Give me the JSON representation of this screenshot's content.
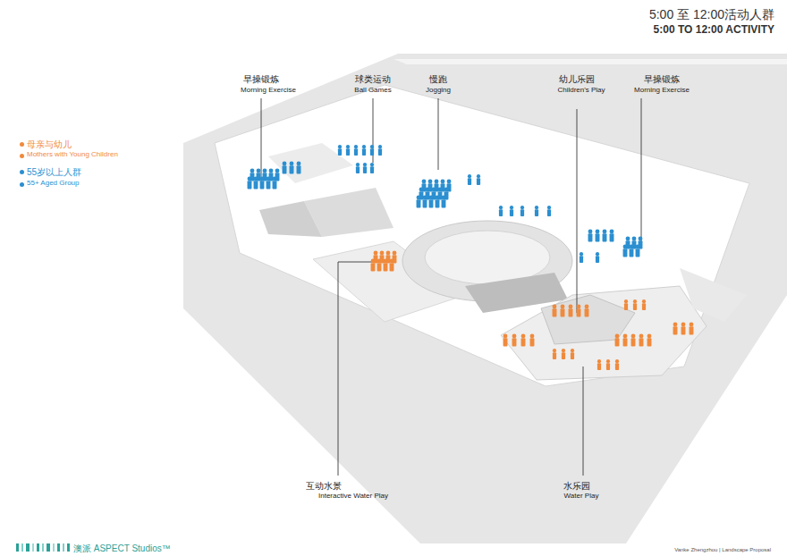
{
  "diagram": {
    "title": "5:00 至 12:00活动人群",
    "labels": [
      "5:00 TO 12:00 ACTIVITY",
      "早操锻炼",
      "Morning Exercise",
      "球类运动",
      "Ball Games",
      "慢跑",
      "Jogging",
      "幼儿乐园",
      "Children's Play",
      "早操锻炼",
      "Morning Exercise",
      "互动水景",
      "Interactive Water Play",
      "水乐园",
      "Water Play",
      "澳派 ASPECT Studios™",
      "Vanke Zhengzhou | Landscape Proposal"
    ],
    "legend": [
      {
        "text": "母亲与幼儿",
        "color": "#f08a3c"
      },
      {
        "text": "Mothers with Young Children",
        "color": "#f08a3c"
      },
      {
        "text": "55岁以上人群",
        "color": "#2b8fd0"
      },
      {
        "text": "55+ Aged Group",
        "color": "#2b8fd0"
      }
    ]
  }
}
